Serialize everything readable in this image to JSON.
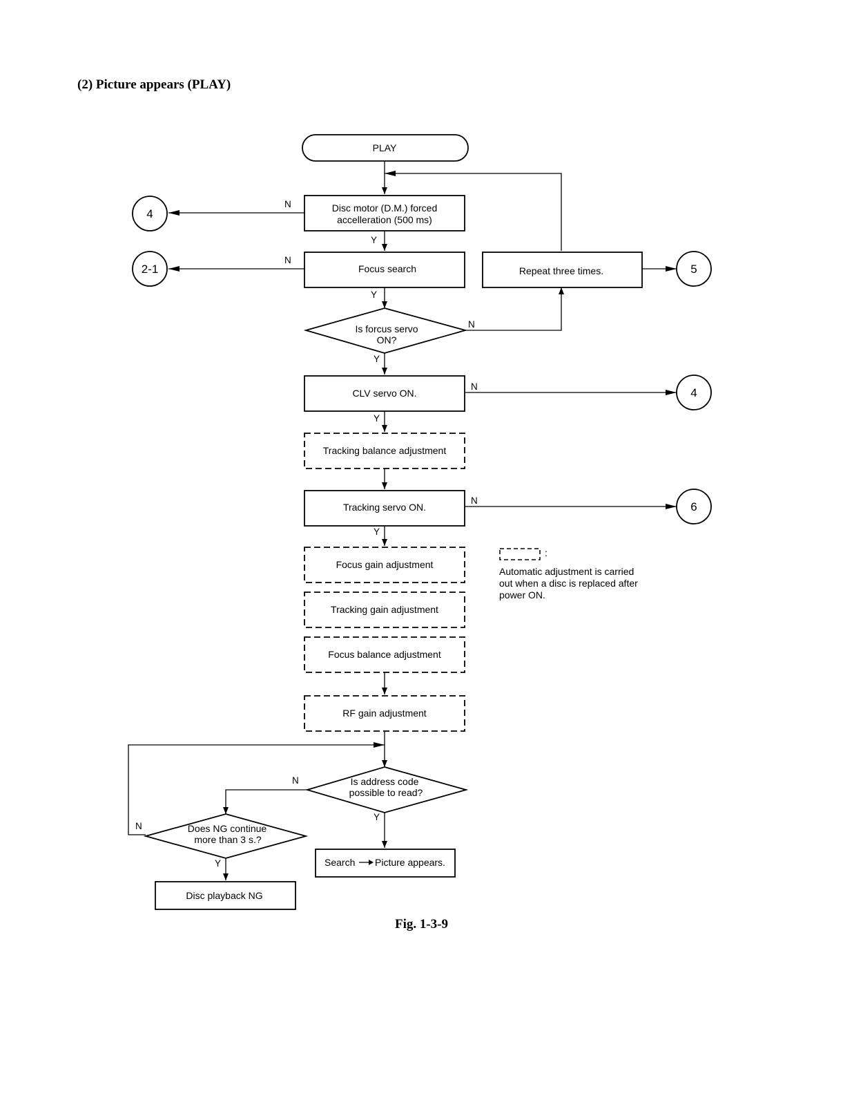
{
  "heading": "(2) Picture appears (PLAY)",
  "caption": "Fig. 1-3-9",
  "flow": {
    "start": "PLAY",
    "disc_motor": [
      "Disc motor (D.M.) forced",
      "accelleration (500 ms)"
    ],
    "focus_search": "Focus search",
    "repeat": "Repeat three times.",
    "focus_servo_q": [
      "Is forcus servo",
      "ON?"
    ],
    "clv_servo": "CLV servo ON.",
    "tracking_balance": "Tracking balance adjustment",
    "tracking_servo": "Tracking servo ON.",
    "focus_gain": "Focus gain adjustment",
    "tracking_gain": "Tracking gain adjustment",
    "focus_balance": "Focus balance adjustment",
    "rf_gain": "RF gain adjustment",
    "address_q": [
      "Is address code",
      "possible to read?"
    ],
    "ng_q": [
      "Does NG continue",
      "more than 3 s.?"
    ],
    "search_left": "Search",
    "search_right": "Picture appears.",
    "playback_ng": "Disc playback NG"
  },
  "connectors": {
    "c4_top": "4",
    "c21": "2-1",
    "c5": "5",
    "c4_right": "4",
    "c6": "6"
  },
  "labels": {
    "yes": "Y",
    "no": "N"
  },
  "legend": {
    "symbol_suffix": ":",
    "text": [
      "Automatic adjustment is carried",
      "out when a disc is replaced after",
      "power ON."
    ]
  }
}
